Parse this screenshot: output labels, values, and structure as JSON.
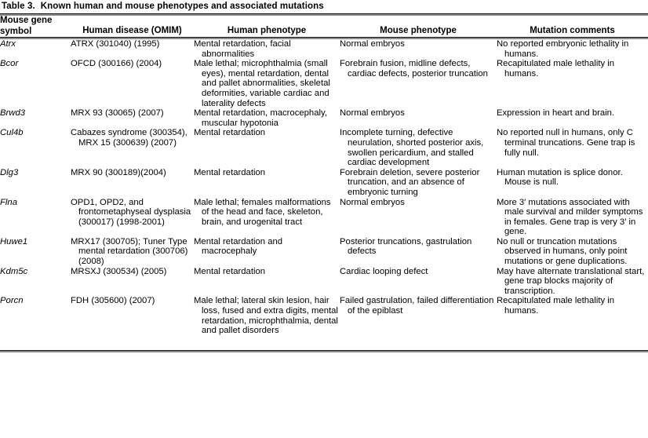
{
  "caption": {
    "number": "Table 3.",
    "text": "Known human and mouse phenotypes and associated mutations"
  },
  "columns": [
    {
      "id": "gene",
      "label": "Mouse gene symbol"
    },
    {
      "id": "disease",
      "label": "Human disease (OMIM)"
    },
    {
      "id": "human_phenotype",
      "label": "Human phenotype"
    },
    {
      "id": "mouse_phenotype",
      "label": "Mouse phenotype"
    },
    {
      "id": "mutation_comments",
      "label": "Mutation comments"
    }
  ],
  "rows": [
    {
      "gene": "Atrx",
      "disease": "ATRX (301040) (1995)",
      "human_phenotype": "Mental retardation, facial abnormalities",
      "mouse_phenotype": "Normal embryos",
      "mutation_comments": "No reported embryonic lethality in humans."
    },
    {
      "gene": "Bcor",
      "disease": "OFCD (300166) (2004)",
      "human_phenotype": "Male lethal; microphthalmia (small eyes), mental retardation, dental and pallet abnormalities, skeletal deformities, variable cardiac and laterality defects",
      "mouse_phenotype": "Forebrain fusion, midline defects, cardiac defects, posterior truncation",
      "mutation_comments": "Recapitulated male lethality in humans."
    },
    {
      "gene": "Brwd3",
      "disease": "MRX 93 (30065) (2007)",
      "human_phenotype": "Mental retardation, macrocephaly, muscular hypotonia",
      "mouse_phenotype": "Normal embryos",
      "mutation_comments": "Expression in heart and brain."
    },
    {
      "gene": "Cul4b",
      "disease": "Cabazes syndrome (300354), MRX 15 (300639) (2007)",
      "human_phenotype": "Mental retardation",
      "mouse_phenotype": "Incomplete turning, defective neurulation, shorted posterior axis, swollen pericardium, and stalled cardiac development",
      "mutation_comments": "No reported null in humans, only C terminal truncations. Gene trap is fully null."
    },
    {
      "gene": "Dlg3",
      "disease": "MRX 90 (300189)(2004)",
      "human_phenotype": "Mental retardation",
      "mouse_phenotype": "Forebrain deletion, severe posterior truncation, and an absence of embryonic turning",
      "mutation_comments": "Human mutation is splice donor. Mouse is null."
    },
    {
      "gene": "Flna",
      "disease": "OPD1, OPD2, and frontometaphyseal dysplasia (300017) (1998-2001)",
      "human_phenotype": "Male lethal; females malformations of the head and face, skeleton, brain, and urogenital tract",
      "mouse_phenotype": "Normal embryos",
      "mutation_comments": "More 3′ mutations associated with male survival and milder symptoms in females. Gene trap is very 3′ in gene."
    },
    {
      "gene": "Huwe1",
      "disease": "MRX17 (300705); Tuner Type mental retardation (300706) (2008)",
      "human_phenotype": "Mental retardation and macrocephaly",
      "mouse_phenotype": "Posterior truncations, gastrulation defects",
      "mutation_comments": "No null or truncation mutations observed in humans, only point mutations or gene duplications."
    },
    {
      "gene": "Kdm5c",
      "disease": "MRSXJ (300534) (2005)",
      "human_phenotype": "Mental retardation",
      "mouse_phenotype": "Cardiac looping defect",
      "mutation_comments": "May have alternate translational start, gene trap blocks majority of transcription."
    },
    {
      "gene": "Porcn",
      "disease": "FDH (305600) (2007)",
      "human_phenotype": "Male lethal; lateral skin lesion, hair loss, fused and extra digits, mental retardation, microphthalmia, dental and pallet disorders",
      "mouse_phenotype": "Failed gastrulation, failed differentiation of the epiblast",
      "mutation_comments": "Recapitulated male lethality in humans."
    }
  ]
}
